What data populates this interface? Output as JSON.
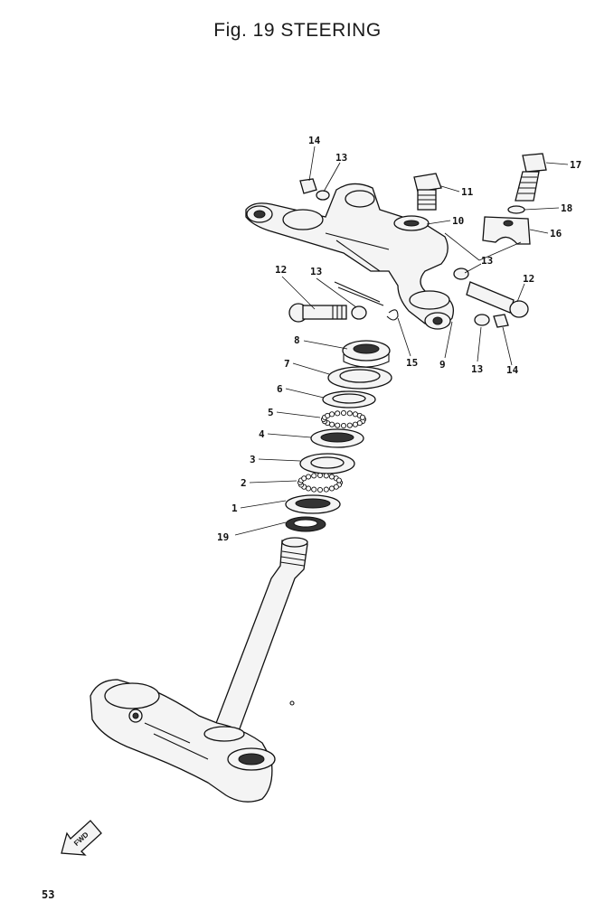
{
  "title": "Fig. 19 STEERING",
  "page_number": "53",
  "fwd_label": "FWD",
  "callouts": [
    {
      "id": "c14a",
      "text": "14"
    },
    {
      "id": "c13a",
      "text": "13"
    },
    {
      "id": "c11",
      "text": "11"
    },
    {
      "id": "c17",
      "text": "17"
    },
    {
      "id": "c18",
      "text": "18"
    },
    {
      "id": "c10",
      "text": "10"
    },
    {
      "id": "c16",
      "text": "16"
    },
    {
      "id": "c13b",
      "text": "13"
    },
    {
      "id": "c12a",
      "text": "12"
    },
    {
      "id": "c13c",
      "text": "13"
    },
    {
      "id": "c12b",
      "text": "12"
    },
    {
      "id": "c8",
      "text": "8"
    },
    {
      "id": "c7",
      "text": "7"
    },
    {
      "id": "c15",
      "text": "15"
    },
    {
      "id": "c9",
      "text": "9"
    },
    {
      "id": "c13d",
      "text": "13"
    },
    {
      "id": "c14b",
      "text": "14"
    },
    {
      "id": "c6",
      "text": "6"
    },
    {
      "id": "c5",
      "text": "5"
    },
    {
      "id": "c4",
      "text": "4"
    },
    {
      "id": "c3",
      "text": "3"
    },
    {
      "id": "c2",
      "text": "2"
    },
    {
      "id": "c1",
      "text": "1"
    },
    {
      "id": "c19",
      "text": "19"
    }
  ]
}
